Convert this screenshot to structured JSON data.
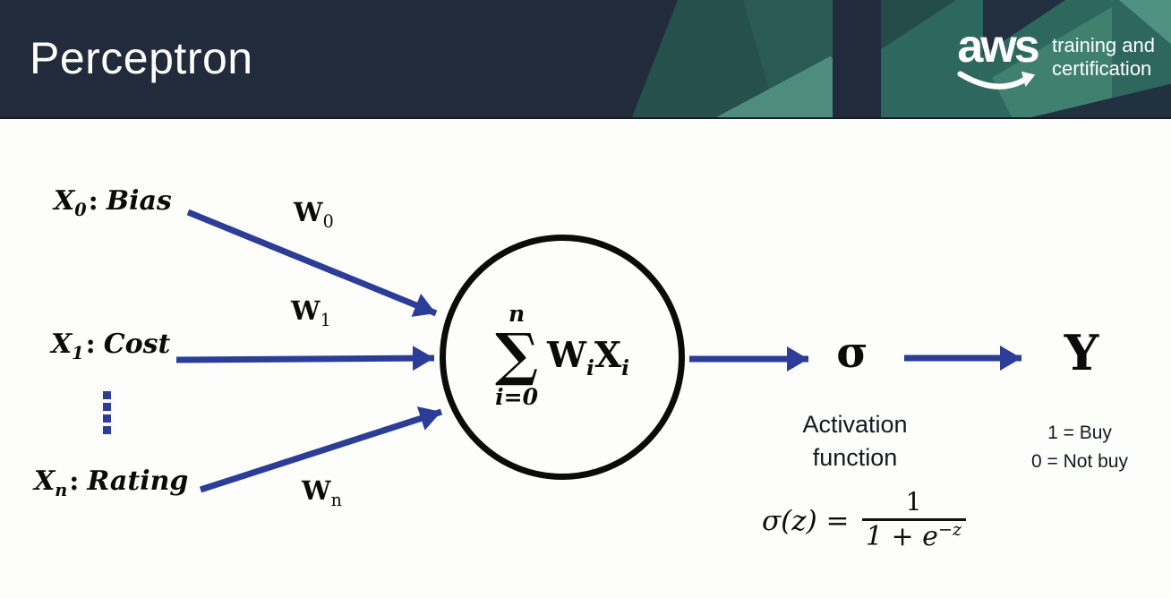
{
  "colors": {
    "header_bg": "#212b3b",
    "teal_dark": "#26504c",
    "teal_mid": "#2e675e",
    "teal_light": "#4e8d7e",
    "arrow_blue": "#2b3d97",
    "text_black": "#0b0b0b",
    "slide_bg": "#fdfdfc"
  },
  "header": {
    "title": "Perceptron",
    "logo": {
      "brand": "aws",
      "tagline_line1": "training and",
      "tagline_line2": "certification"
    }
  },
  "diagram": {
    "inputs": [
      {
        "sym": "X",
        "sub": "0",
        "sep": ":",
        "label": "Bias"
      },
      {
        "sym": "X",
        "sub": "1",
        "sep": ":",
        "label": "Cost"
      },
      {
        "sym": "X",
        "sub": "n",
        "sep": ":",
        "label": "Rating"
      }
    ],
    "weights": [
      {
        "sym": "W",
        "sub": "0"
      },
      {
        "sym": "W",
        "sub": "1"
      },
      {
        "sym": "W",
        "sub": "n"
      }
    ],
    "sum": {
      "upper": "n",
      "sigma": "∑",
      "lower": "i=0",
      "body_w": "W",
      "body_w_sub": "i",
      "body_x": "X",
      "body_x_sub": "i"
    },
    "activation": {
      "symbol": "σ",
      "caption": "Activation function",
      "formula": {
        "lhs": "σ(z) =",
        "numerator": "1",
        "den_base": "1 + e",
        "den_exp": "−z"
      }
    },
    "output": {
      "symbol": "Y",
      "legend_line1": "1 = Buy",
      "legend_line2": "0 = Not buy"
    }
  }
}
